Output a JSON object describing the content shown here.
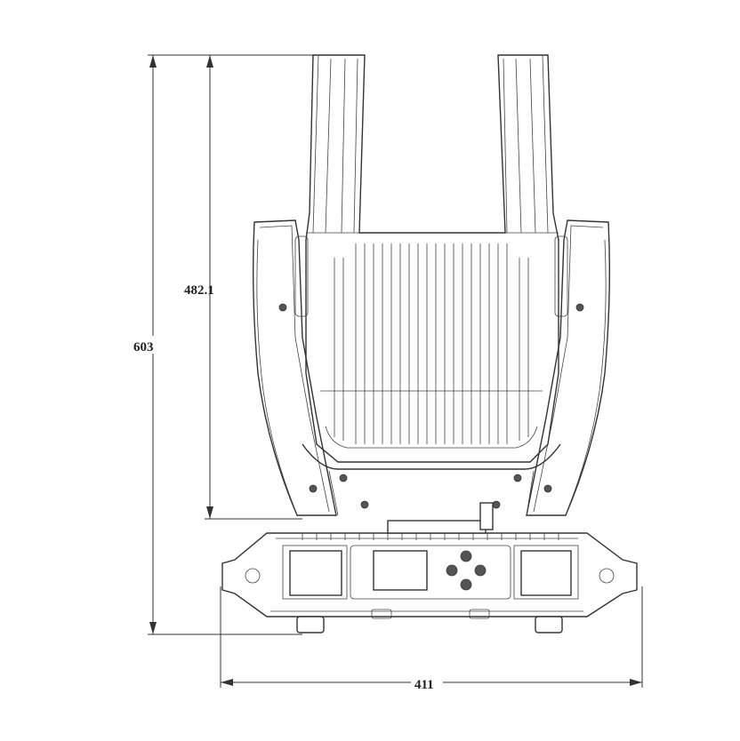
{
  "dimensions": {
    "total_height": "603",
    "head_height": "482.1",
    "base_width": "411"
  },
  "colors": {
    "line": "#333333",
    "background": "#ffffff"
  }
}
